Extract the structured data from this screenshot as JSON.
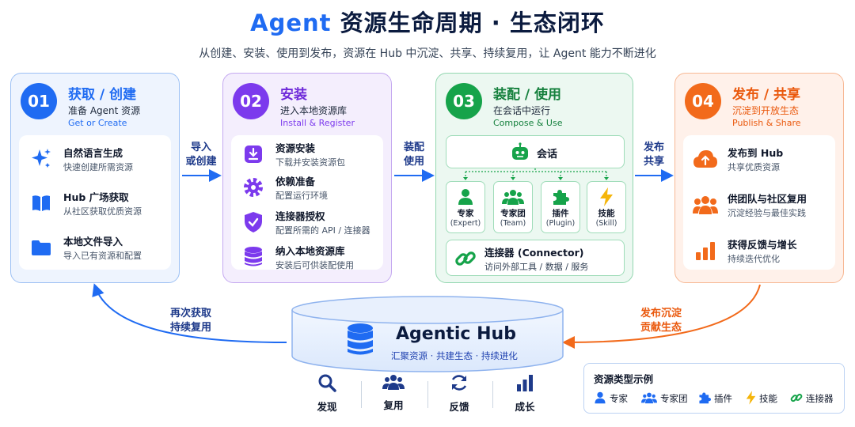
{
  "header": {
    "title_accent": "Agent",
    "title_rest": " 资源生命周期 · 生态闭环",
    "subtitle": "从创建、安装、使用到发布，资源在 Hub 中沉淀、共享、持续复用，让 Agent 能力不断进化"
  },
  "stages": [
    {
      "num": "01",
      "title": "获取 / 创建",
      "subtitle": "准备 Agent 资源",
      "english": "Get or Create",
      "items": [
        {
          "title": "自然语言生成",
          "desc": "快速创建所需资源",
          "icon": "sparkle-icon"
        },
        {
          "title": "Hub 广场获取",
          "desc": "从社区获取优质资源",
          "icon": "book-icon"
        },
        {
          "title": "本地文件导入",
          "desc": "导入已有资源和配置",
          "icon": "folder-icon"
        }
      ]
    },
    {
      "num": "02",
      "title": "安装",
      "subtitle": "进入本地资源库",
      "english": "Install & Register",
      "items": [
        {
          "title": "资源安装",
          "desc": "下载并安装资源包",
          "icon": "download-icon"
        },
        {
          "title": "依赖准备",
          "desc": "配置运行环境",
          "icon": "gear-icon"
        },
        {
          "title": "连接器授权",
          "desc": "配置所需的 API / 连接器",
          "icon": "shield-check-icon"
        },
        {
          "title": "纳入本地资源库",
          "desc": "安装后可供装配使用",
          "icon": "database-icon"
        }
      ]
    },
    {
      "num": "03",
      "title": "装配 / 使用",
      "subtitle": "在会话中运行",
      "english": "Compose & Use",
      "session": "会话",
      "modules": [
        {
          "title": "专家",
          "en": "(Expert)",
          "icon": "person-icon"
        },
        {
          "title": "专家团",
          "en": "(Team)",
          "icon": "team-icon"
        },
        {
          "title": "插件",
          "en": "(Plugin)",
          "icon": "puzzle-icon"
        },
        {
          "title": "技能",
          "en": "(Skill)",
          "icon": "bolt-icon"
        }
      ],
      "connector": {
        "title": "连接器 (Connector)",
        "desc": "访问外部工具 / 数据 / 服务",
        "icon": "link-icon"
      }
    },
    {
      "num": "04",
      "title": "发布 / 共享",
      "subtitle": "沉淀到开放生态",
      "english": "Publish & Share",
      "items": [
        {
          "title": "发布到 Hub",
          "desc": "共享优质资源",
          "icon": "cloud-upload-icon"
        },
        {
          "title": "供团队与社区复用",
          "desc": "沉淀经验与最佳实践",
          "icon": "group-icon"
        },
        {
          "title": "获得反馈与增长",
          "desc": "持续迭代优化",
          "icon": "bar-chart-icon"
        }
      ]
    }
  ],
  "arrows": [
    {
      "line1": "导入",
      "line2": "或创建"
    },
    {
      "line1": "装配",
      "line2": "使用"
    },
    {
      "line1": "发布",
      "line2": "共享"
    }
  ],
  "loop": {
    "left_line1": "再次获取",
    "left_line2": "持续复用",
    "right_line1": "发布沉淀",
    "right_line2": "贡献生态"
  },
  "hub": {
    "title": "Agentic Hub",
    "tagline": "汇聚资源 · 共建生态 · 持续进化"
  },
  "bottom_actions": [
    {
      "label": "发现",
      "icon": "search-icon"
    },
    {
      "label": "复用",
      "icon": "group-icon"
    },
    {
      "label": "反馈",
      "icon": "refresh-icon"
    },
    {
      "label": "成长",
      "icon": "bar-chart-icon"
    }
  ],
  "legend": {
    "title": "资源类型示例",
    "items": [
      {
        "label": "专家",
        "icon": "person-icon"
      },
      {
        "label": "专家团",
        "icon": "team-icon"
      },
      {
        "label": "插件",
        "icon": "puzzle-icon"
      },
      {
        "label": "技能",
        "icon": "bolt-icon"
      },
      {
        "label": "连接器",
        "icon": "link-icon"
      }
    ]
  },
  "colors": {
    "blue": "#1f6bf2",
    "purple": "#7c3aed",
    "green": "#16a34a",
    "orange": "#f26a1b"
  }
}
